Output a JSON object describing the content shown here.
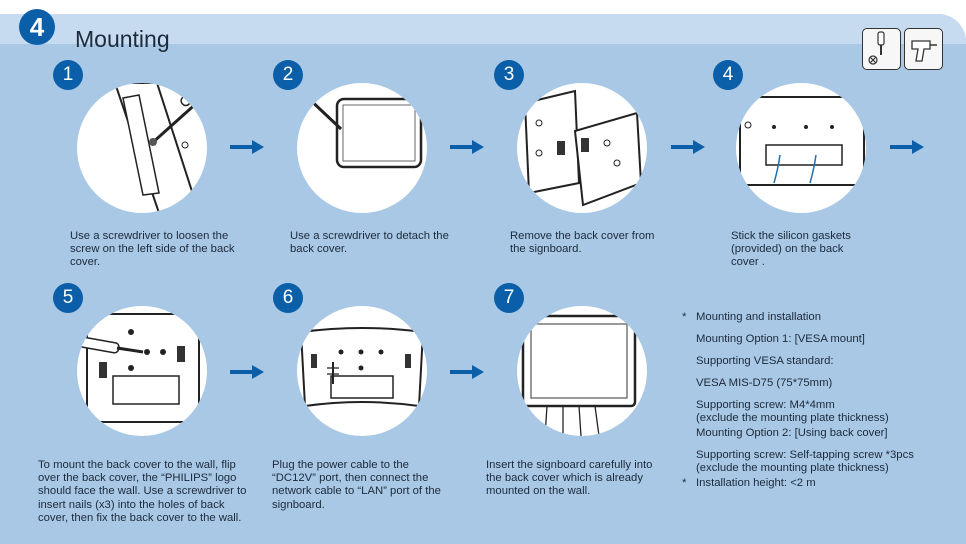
{
  "section": {
    "number": "4",
    "title": "Mounting"
  },
  "tool_icons": [
    "screwdriver-icon",
    "drill-icon"
  ],
  "colors": {
    "panel": "#a9c8e6",
    "accent": "#0b5fa8",
    "circle": "#ffffff"
  },
  "steps": [
    {
      "number": "1",
      "caption": "Use a screwdriver to loosen the screw on the left side of the back cover."
    },
    {
      "number": "2",
      "caption": "Use a screwdriver to detach the back cover."
    },
    {
      "number": "3",
      "caption": "Remove the back cover from the signboard."
    },
    {
      "number": "4",
      "caption": "Stick the silicon gaskets (provided) on the back cover ."
    },
    {
      "number": "5",
      "caption": "To mount the back cover to the wall, flip over the back cover, the “PHILIPS” logo should face the wall. Use a screwdriver to insert nails (x3) into the holes of back cover, then fix the back cover to the wall."
    },
    {
      "number": "6",
      "caption": "Plug the power cable to the “DC12V” port, then connect the network cable to “LAN” port of the signboard."
    },
    {
      "number": "7",
      "caption": "Insert the signboard carefully into the back cover which is already mounted on the wall."
    }
  ],
  "notes": {
    "bullet": "*",
    "lines": [
      "Mounting and installation",
      "Mounting Option 1: [VESA mount]",
      "Supporting VESA standard:",
      "VESA MIS-D75 (75*75mm)",
      "Supporting screw: M4*4mm",
      "(exclude the mounting plate thickness)",
      "Mounting Option 2: [Using back cover]",
      "Supporting screw: Self-tapping screw *3pcs",
      "(exclude the mounting plate thickness)",
      "Installation height: <2 m"
    ]
  }
}
